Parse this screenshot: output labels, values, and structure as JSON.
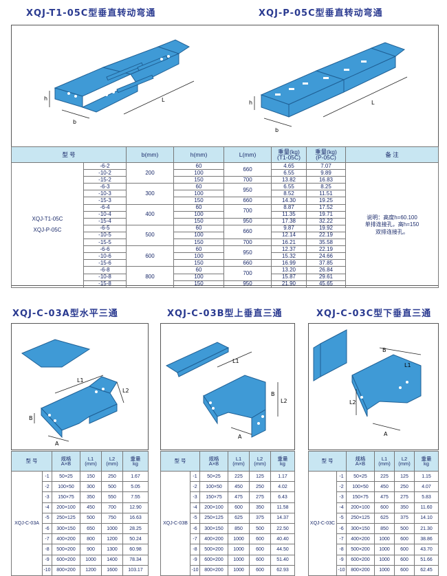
{
  "titles": {
    "t1": "XQJ-T1-05C型垂直转动弯通",
    "t2": "XQJ-P-05C型垂直转动弯通",
    "t3": "XQJ-C-03A型水平三通",
    "t4": "XQJ-C-03B型上垂直三通",
    "t5": "XQJ-C-03C型下垂直三通"
  },
  "fig_labels": {
    "h": "h",
    "b": "b",
    "L": "L",
    "L1": "L1",
    "L2": "L2",
    "A": "A",
    "B": "B"
  },
  "main_table": {
    "headers": {
      "model": "型      号",
      "b": "b(mm)",
      "h": "h(mm)",
      "L": "L(mm)",
      "w1": "重量(kg)",
      "w1s": "(T1-05C)",
      "w2": "重量(kg)",
      "w2s": "(P-05C)",
      "note": "备  注"
    },
    "model_name_1": "XQJ-T1-05C",
    "model_name_2": "XQJ-P-05C",
    "note_lines": [
      "说明：高度h=60.100",
      "单排连接孔，高h=150",
      "双排连接孔。"
    ],
    "rows": [
      {
        "code": "-6-2",
        "h": "60",
        "w1": "4.65",
        "w2": "7.07"
      },
      {
        "code": "-10-2",
        "h": "100",
        "w1": "6.55",
        "w2": "9.89"
      },
      {
        "code": "-15-2",
        "h": "150",
        "w1": "13.82",
        "w2": "16.83"
      },
      {
        "code": "-6-3",
        "h": "60",
        "w1": "6.55",
        "w2": "8.25"
      },
      {
        "code": "-10-3",
        "h": "100",
        "w1": "8.52",
        "w2": "11.51"
      },
      {
        "code": "-15-3",
        "h": "150",
        "w1": "14.30",
        "w2": "19.25"
      },
      {
        "code": "-6-4",
        "h": "60",
        "w1": "8.87",
        "w2": "17.52"
      },
      {
        "code": "-10-4",
        "h": "100",
        "w1": "11.35",
        "w2": "19.71"
      },
      {
        "code": "-15-4",
        "h": "150",
        "w1": "17.38",
        "w2": "32.22"
      },
      {
        "code": "-6-5",
        "h": "60",
        "w1": "9.87",
        "w2": "19.92"
      },
      {
        "code": "-10-5",
        "h": "100",
        "w1": "12.14",
        "w2": "22.19"
      },
      {
        "code": "-15-5",
        "h": "150",
        "w1": "16.21",
        "w2": "35.58"
      },
      {
        "code": "-6-6",
        "h": "60",
        "w1": "12.37",
        "w2": "22.19"
      },
      {
        "code": "-10-6",
        "h": "100",
        "w1": "15.32",
        "w2": "24.66"
      },
      {
        "code": "-15-6",
        "h": "150",
        "w1": "16.99",
        "w2": "37.85"
      },
      {
        "code": "-6-8",
        "h": "60",
        "w1": "13.20",
        "w2": "26.84"
      },
      {
        "code": "-10-8",
        "h": "100",
        "w1": "15.87",
        "w2": "29.61"
      },
      {
        "code": "-15-8",
        "h": "150",
        "w1": "21.90",
        "w2": "45.65"
      }
    ],
    "b_groups": [
      {
        "v": "200"
      },
      {
        "v": "300"
      },
      {
        "v": "400"
      },
      {
        "v": "500"
      },
      {
        "v": "600"
      },
      {
        "v": "800"
      }
    ],
    "L_cells": [
      "660",
      "700",
      "950",
      "660",
      "700",
      "950",
      "660",
      "700",
      "950",
      "660",
      "700",
      "950"
    ]
  },
  "small_headers": {
    "model": "型  号",
    "spec": "规格",
    "spec2": "A×B",
    "l1": "L1",
    "l2": "L2",
    "mm": "(mm)",
    "weight": "重量",
    "kg": "kg"
  },
  "table_a": {
    "model": "XQJ-C-03A",
    "rows": [
      [
        "-1",
        "50×25",
        "150",
        "250",
        "1.67"
      ],
      [
        "-2",
        "100×50",
        "300",
        "500",
        "5.05"
      ],
      [
        "-3",
        "150×75",
        "350",
        "550",
        "7.55"
      ],
      [
        "-4",
        "200×100",
        "450",
        "700",
        "12.90"
      ],
      [
        "-5",
        "250×125",
        "500",
        "750",
        "16.63"
      ],
      [
        "-6",
        "300×150",
        "650",
        "1000",
        "28.25"
      ],
      [
        "-7",
        "400×200",
        "800",
        "1200",
        "50.24"
      ],
      [
        "-8",
        "500×200",
        "900",
        "1300",
        "60.98"
      ],
      [
        "-9",
        "600×200",
        "1000",
        "1400",
        "78.34"
      ],
      [
        "-10",
        "800×200",
        "1200",
        "1600",
        "103.17"
      ]
    ]
  },
  "table_b": {
    "model": "XQJ-C-03B",
    "rows": [
      [
        "-1",
        "50×25",
        "225",
        "125",
        "1.17"
      ],
      [
        "-2",
        "100×50",
        "450",
        "250",
        "4.02"
      ],
      [
        "-3",
        "150×75",
        "475",
        "275",
        "6.43"
      ],
      [
        "-4",
        "200×100",
        "600",
        "350",
        "11.58"
      ],
      [
        "-5",
        "250×125",
        "625",
        "375",
        "14.37"
      ],
      [
        "-6",
        "300×150",
        "850",
        "500",
        "22.50"
      ],
      [
        "-7",
        "400×200",
        "1000",
        "600",
        "40.40"
      ],
      [
        "-8",
        "500×200",
        "1000",
        "600",
        "44.50"
      ],
      [
        "-9",
        "600×200",
        "1000",
        "600",
        "51.40"
      ],
      [
        "-10",
        "800×200",
        "1000",
        "600",
        "62.93"
      ]
    ]
  },
  "table_c": {
    "model": "XQJ-C-03C",
    "rows": [
      [
        "-1",
        "50×25",
        "225",
        "125",
        "1.15"
      ],
      [
        "-2",
        "100×50",
        "450",
        "250",
        "4.07"
      ],
      [
        "-3",
        "150×75",
        "475",
        "275",
        "5.83"
      ],
      [
        "-4",
        "200×100",
        "600",
        "350",
        "11.60"
      ],
      [
        "-5",
        "250×125",
        "625",
        "375",
        "14.10"
      ],
      [
        "-6",
        "300×150",
        "850",
        "500",
        "21.30"
      ],
      [
        "-7",
        "400×200",
        "1000",
        "600",
        "38.86"
      ],
      [
        "-8",
        "500×200",
        "1000",
        "600",
        "43.70"
      ],
      [
        "-9",
        "600×200",
        "1000",
        "600",
        "51.66"
      ],
      [
        "-10",
        "800×200",
        "1000",
        "600",
        "62.45"
      ]
    ]
  },
  "colors": {
    "tray": "#3f9ad6",
    "tray_dark": "#2574b3",
    "header_bg": "#c8e6f2",
    "title": "#2a3a90"
  }
}
